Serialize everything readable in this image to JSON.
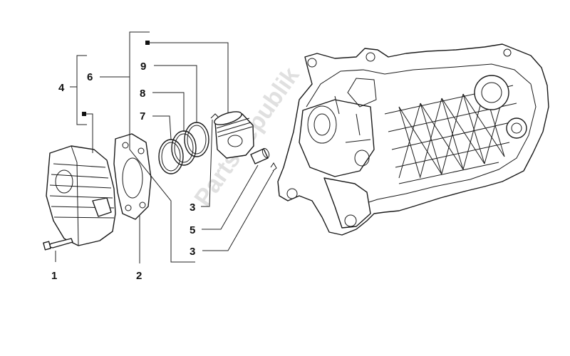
{
  "watermark": "PartsRepublik",
  "callouts": {
    "c1": "1",
    "c2": "2",
    "c3a": "3",
    "c3b": "3",
    "c4": "4",
    "c5": "5",
    "c6": "6",
    "c7": "7",
    "c8": "8",
    "c9": "9"
  }
}
